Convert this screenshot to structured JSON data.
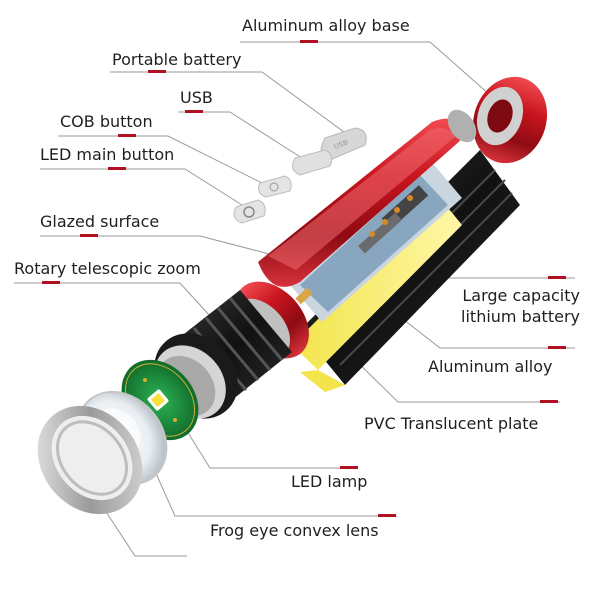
{
  "labels": {
    "aluminum_alloy_base": "Aluminum alloy base",
    "portable_battery": "Portable battery",
    "usb": "USB",
    "cob_button": "COB button",
    "led_main_button": "LED main button",
    "glazed_surface": "Glazed surface",
    "rotary_telescopic_zoom": "Rotary telescopic zoom",
    "large_capacity_line1": "Large capacity",
    "large_capacity_line2": "lithium battery",
    "aluminum_alloy": "Aluminum alloy",
    "pvc_translucent_plate": "PVC Translucent plate",
    "led_lamp": "LED lamp",
    "frog_eye_convex_lens": "Frog eye convex lens"
  },
  "colors": {
    "body_red": "#c8141e",
    "accent_red": "#b01020",
    "leader_line": "#9a9a9a",
    "pcb_green": "#1e8a3a",
    "led_yellow": "#f6e23a"
  },
  "icons": {
    "red_ticks": "red-tick-marks",
    "led_chip": "led-chip-icon"
  }
}
